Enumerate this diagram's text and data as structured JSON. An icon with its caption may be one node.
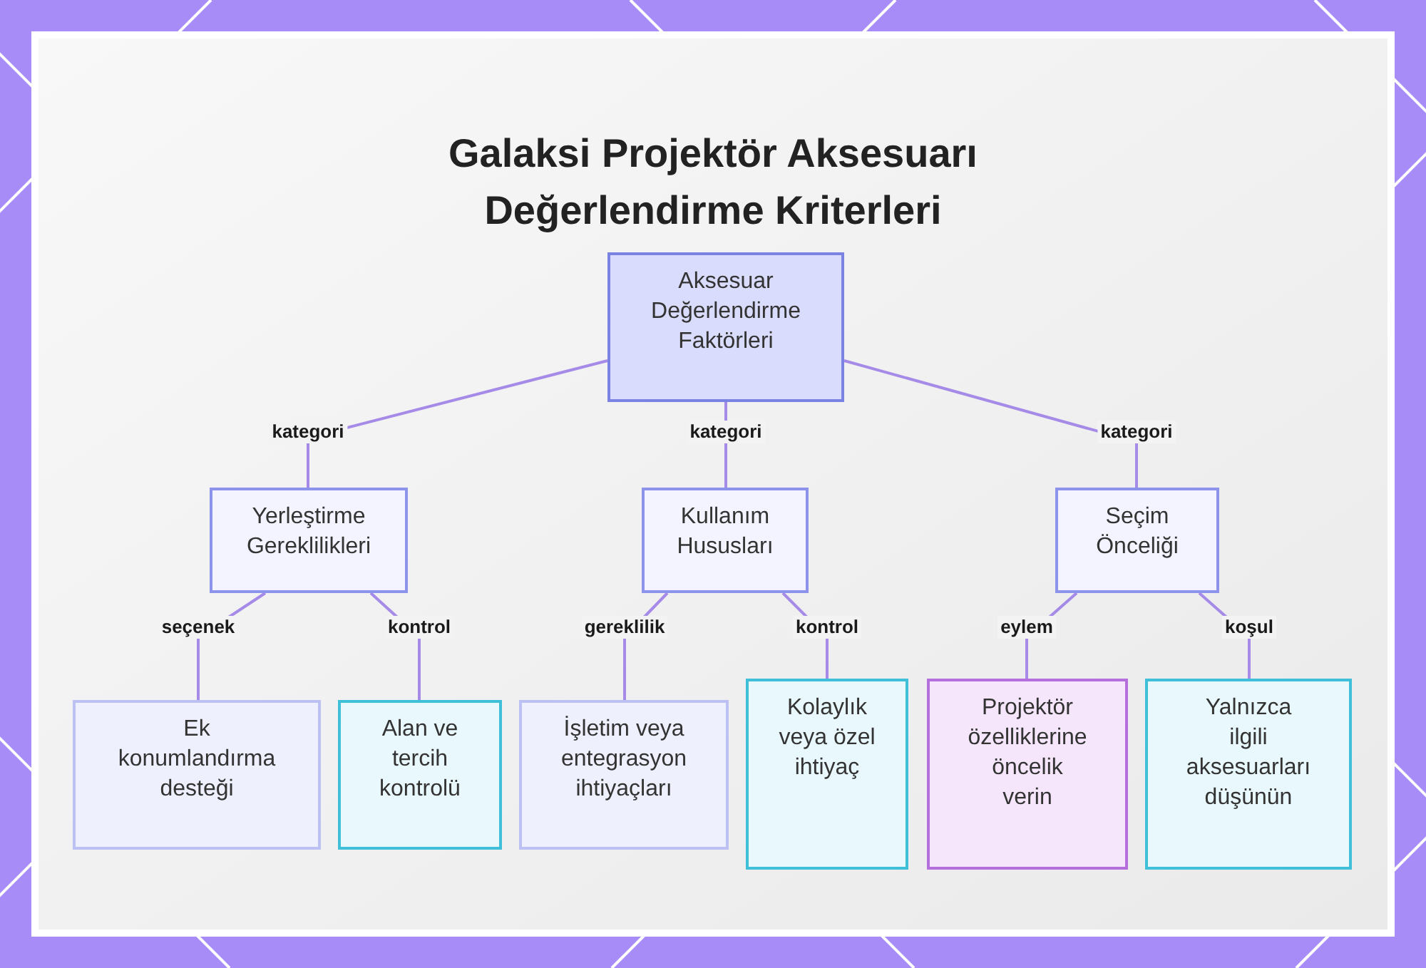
{
  "diagram": {
    "title": "Galaksi Projektör Aksesuarı Değerlendirme Kriterleri",
    "nodes": [
      {
        "text": [
          "Aksesuar Değerlendirme Faktörleri"
        ]
      },
      {
        "text": [
          "Yerleştirme Gereklilikleri"
        ]
      },
      {
        "text": [
          "Kullanım Hususları"
        ]
      },
      {
        "text": [
          "Seçim Önceliği"
        ]
      },
      {
        "text": [
          "Ek konumlandırma desteği"
        ]
      },
      {
        "text": [
          "Alan ve tercih kontrolü"
        ]
      },
      {
        "text": [
          "İşletim veya entegrasyon ihtiyaçları"
        ]
      },
      {
        "text": [
          "Kolaylık veya özel ihtiyaç"
        ]
      },
      {
        "text": [
          "Projektör özelliklerine öncelik verin"
        ]
      },
      {
        "text": [
          "Yalnızca ilgili aksesuarları düşünün"
        ]
      }
    ],
    "edges": [
      {
        "from": 0,
        "to": 1,
        "arrow": "none",
        "label": "kategori"
      },
      {
        "from": 0,
        "to": 2,
        "arrow": "none",
        "label": "kategori"
      },
      {
        "from": 0,
        "to": 3,
        "arrow": "none",
        "label": "kategori"
      },
      {
        "from": 1,
        "to": 4,
        "arrow": "none",
        "label": "seçenek"
      },
      {
        "from": 1,
        "to": 5,
        "arrow": "none",
        "label": "kontrol"
      },
      {
        "from": 2,
        "to": 6,
        "arrow": "none",
        "label": "gereklilik"
      },
      {
        "from": 2,
        "to": 7,
        "arrow": "none",
        "label": "kontrol"
      },
      {
        "from": 3,
        "to": 8,
        "arrow": "none",
        "label": "eylem"
      },
      {
        "from": 3,
        "to": 9,
        "arrow": "none",
        "label": "koşul"
      }
    ]
  }
}
